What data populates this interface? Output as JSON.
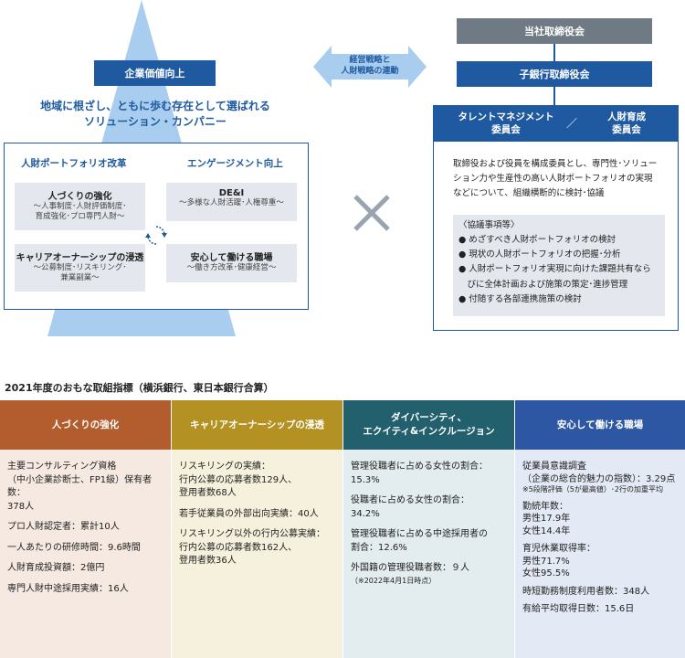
{
  "left": {
    "value_label": "企業価値向上",
    "slogan_line1": "地域に根ざし、ともに歩む存在として選ばれる",
    "slogan_line2": "ソリューション・カンパニー",
    "reform_label": "人財ポートフォリオ改革",
    "engagement_label": "エンゲージメント向上",
    "items": {
      "hitozukuri_title": "人づくりの強化",
      "hitozukuri_sub1": "～人事制度･人財評価制度･",
      "hitozukuri_sub2": "育成強化･プロ専門人財～",
      "career_title": "キャリアオーナーシップの浸透",
      "career_sub1": "～公募制度･リスキリング･",
      "career_sub2": "兼業副業～",
      "dei_title": "DE&I",
      "dei_sub": "～多様な人財活躍･人権尊重～",
      "anshin_title": "安心して働ける職場",
      "anshin_sub": "～働き方改革･健康経営～"
    }
  },
  "link": {
    "line1": "経営戦略と",
    "line2": "人財戦略の連動"
  },
  "right": {
    "board1": "当社取締役会",
    "board2": "子銀行取締役会",
    "committee1_line1": "タレントマネジメント",
    "committee1_line2": "委員会",
    "committee_sep": "／",
    "committee2_line1": "人財育成",
    "committee2_line2": "委員会",
    "desc_line1": "取締役および役員を構成委員とし、専門性･ソリュー",
    "desc_line2": "ション力や生産性の高い人財ポートフォリオの実現",
    "desc_line3": "などについて、組織横断的に検討･協議",
    "agenda_title": "〈協議事項等〉",
    "agenda": [
      "● めざすべき人財ポートフォリオの検討",
      "● 現状の人財ポートフォリオの把握･分析",
      "● 人財ポートフォリオ実現に向けた課題共有なら",
      "　びに全体計画および施策の策定･進捗管理",
      "● 付随する各部連携施策の検討"
    ]
  },
  "metrics": {
    "title": "2021年度のおもな取組指標（横浜銀行、東日本銀行合算）",
    "columns": [
      {
        "header": "人づくりの強化",
        "color": "#b35c2e",
        "bg": "#f5e9e1",
        "blocks": [
          "主要コンサルティング資格",
          "（中小企業診断士、FP1級）保有者数：",
          "378人",
          "プロ人財認定者：累計10人",
          "一人あたりの研修時間：9.6時間",
          "人財育成投資額：2億円",
          "専門人財中途採用実績：16人"
        ]
      },
      {
        "header": "キャリアオーナーシップの浸透",
        "color": "#b39223",
        "bg": "#f6f1dc",
        "blocks": [
          "リスキリングの実績：",
          "行内公募の応募者数129人、",
          "登用者数68人",
          "若手従業員の外部出向実績：40人",
          "リスキリング以外の行内公募実績：",
          "行内公募の応募者数162人、",
          "登用者数36人"
        ]
      },
      {
        "header_line1": "ダイバーシティ、",
        "header_line2": "エクイティ&インクルージョン",
        "color": "#23606e",
        "bg": "#e3ecee",
        "blocks": [
          "管理役職者に占める女性の割合：",
          "15.3%",
          "役職者に占める女性の割合：",
          "34.2%",
          "管理役職者に占める中途採用者の",
          "割合：12.6%",
          "外国籍の管理役職者数：９人",
          "（※2022年4月1日時点）"
        ]
      },
      {
        "header": "安心して働ける職場",
        "color": "#2d57a3",
        "bg": "#e4eaf5",
        "blocks": [
          "従業員意識調査",
          "（企業の総合的魅力の指数）：3.29点",
          "※5段階評価（5が最高値）･2行の加重平均",
          "勤続年数：",
          "男性17.9年",
          "女性14.4年",
          "育児休業取得率：",
          "男性71.7%",
          "女性95.5%",
          "時短勤務制度利用者数：348人",
          "有給平均取得日数：15.6日"
        ]
      }
    ]
  },
  "colors": {
    "navy": "#1f5aa0",
    "light_blue": "#a9cdef",
    "gray_box": "#e4e8ee",
    "board_gray": "#707a84",
    "cross": "#9aa4ae"
  }
}
